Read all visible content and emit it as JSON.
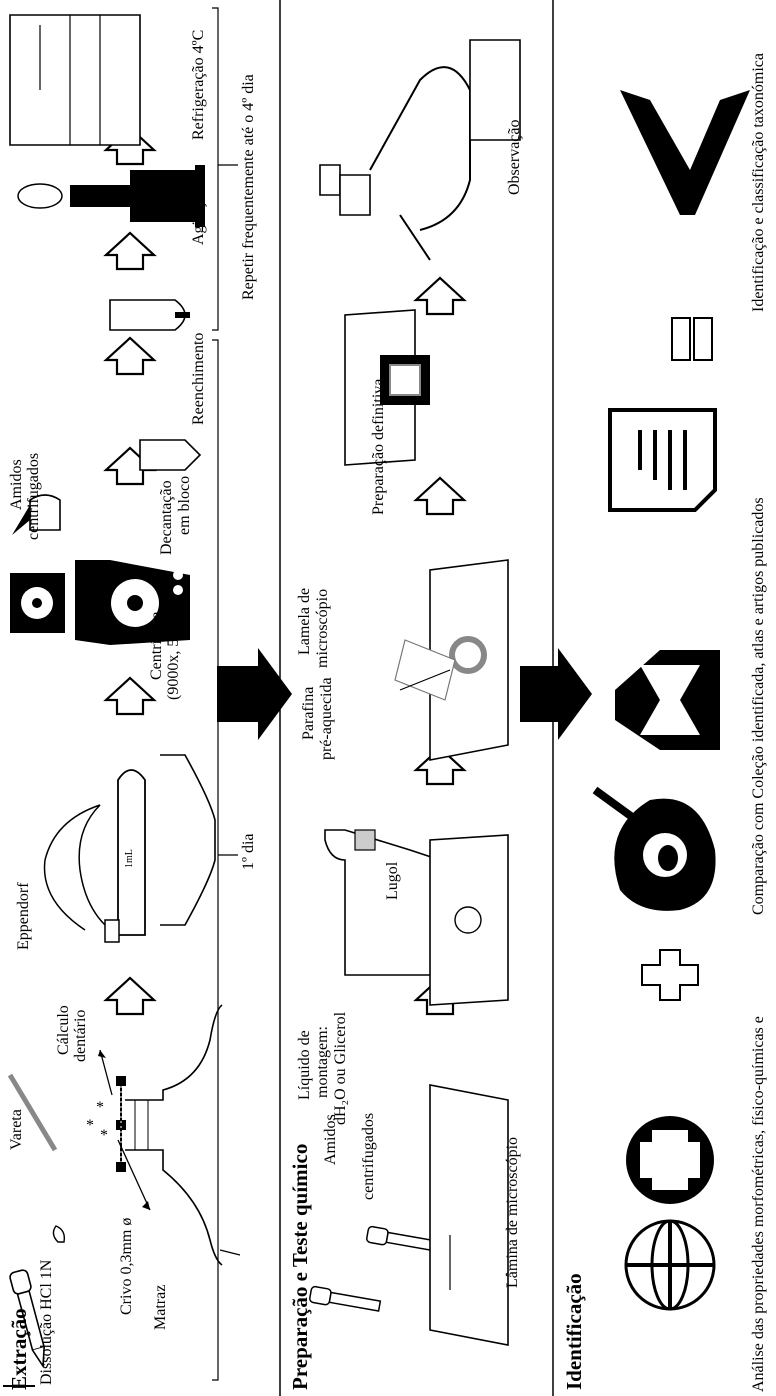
{
  "sections": {
    "extraction": {
      "title": "Extração",
      "labels": {
        "dissolucao": "Dissolução HCl 1N",
        "crivo": "Crivo 0,3mm ø",
        "matraz": "Matraz",
        "vareta": "Vareta",
        "calculo": [
          "Cálculo",
          "dentário"
        ],
        "eppendorf": "Eppendorf",
        "tube_volume": "1mL",
        "centrifuga": [
          "Centrífuga",
          "(9000x, 5 min.)"
        ],
        "amidos_centrifugados": [
          "Amidos",
          "centrifugados"
        ],
        "decantacao": [
          "Decantação",
          "em bloco"
        ],
        "reenchimento": "Reenchimento",
        "agitacao": "Agitação",
        "refrigeracao": "Refrigeração 4ºC"
      },
      "day1": "1º dia",
      "repeat": "Repetir frequentemente até o 4º dia"
    },
    "preparation": {
      "title": "Preparação e Teste químico",
      "labels": {
        "amidos": "Amidos",
        "centrifugados": "centrifugados",
        "liquido": [
          "Líquido de",
          "montagem:",
          "dH₂O ou Glicerol"
        ],
        "lamina": "Lâmina de microscópio",
        "lugol": "Lugol",
        "parafina": [
          "Parafina",
          "pré-aquecida"
        ],
        "lamela": [
          "Lamela de",
          "microscópio"
        ],
        "preparacao_definitiva": "Preparação definitiva",
        "observacao": "Observação"
      }
    },
    "identification": {
      "title": "Identificação",
      "labels": {
        "analise": "Análise das propriedades morfométricas, físico-químicas e",
        "comparacao": "Comparação com Coleção identificada, atlas e artigos publicados",
        "classificacao": "Identificação e classificação taxonómica"
      }
    }
  },
  "icons": [
    "pipette-icon",
    "sieve-icon",
    "flask-icon",
    "eppendorf-tube-icon",
    "centrifuge-icon",
    "vortex-icon",
    "refrigerator-icon",
    "microscope-icon",
    "slide-icon",
    "lugol-bottle-icon",
    "polarized-cross-icon",
    "avocado-icon",
    "books-icon",
    "document-icon",
    "equals-icon",
    "checkmark-icon",
    "plus-icon",
    "up-arrow-icon",
    "block-arrow-icon"
  ]
}
